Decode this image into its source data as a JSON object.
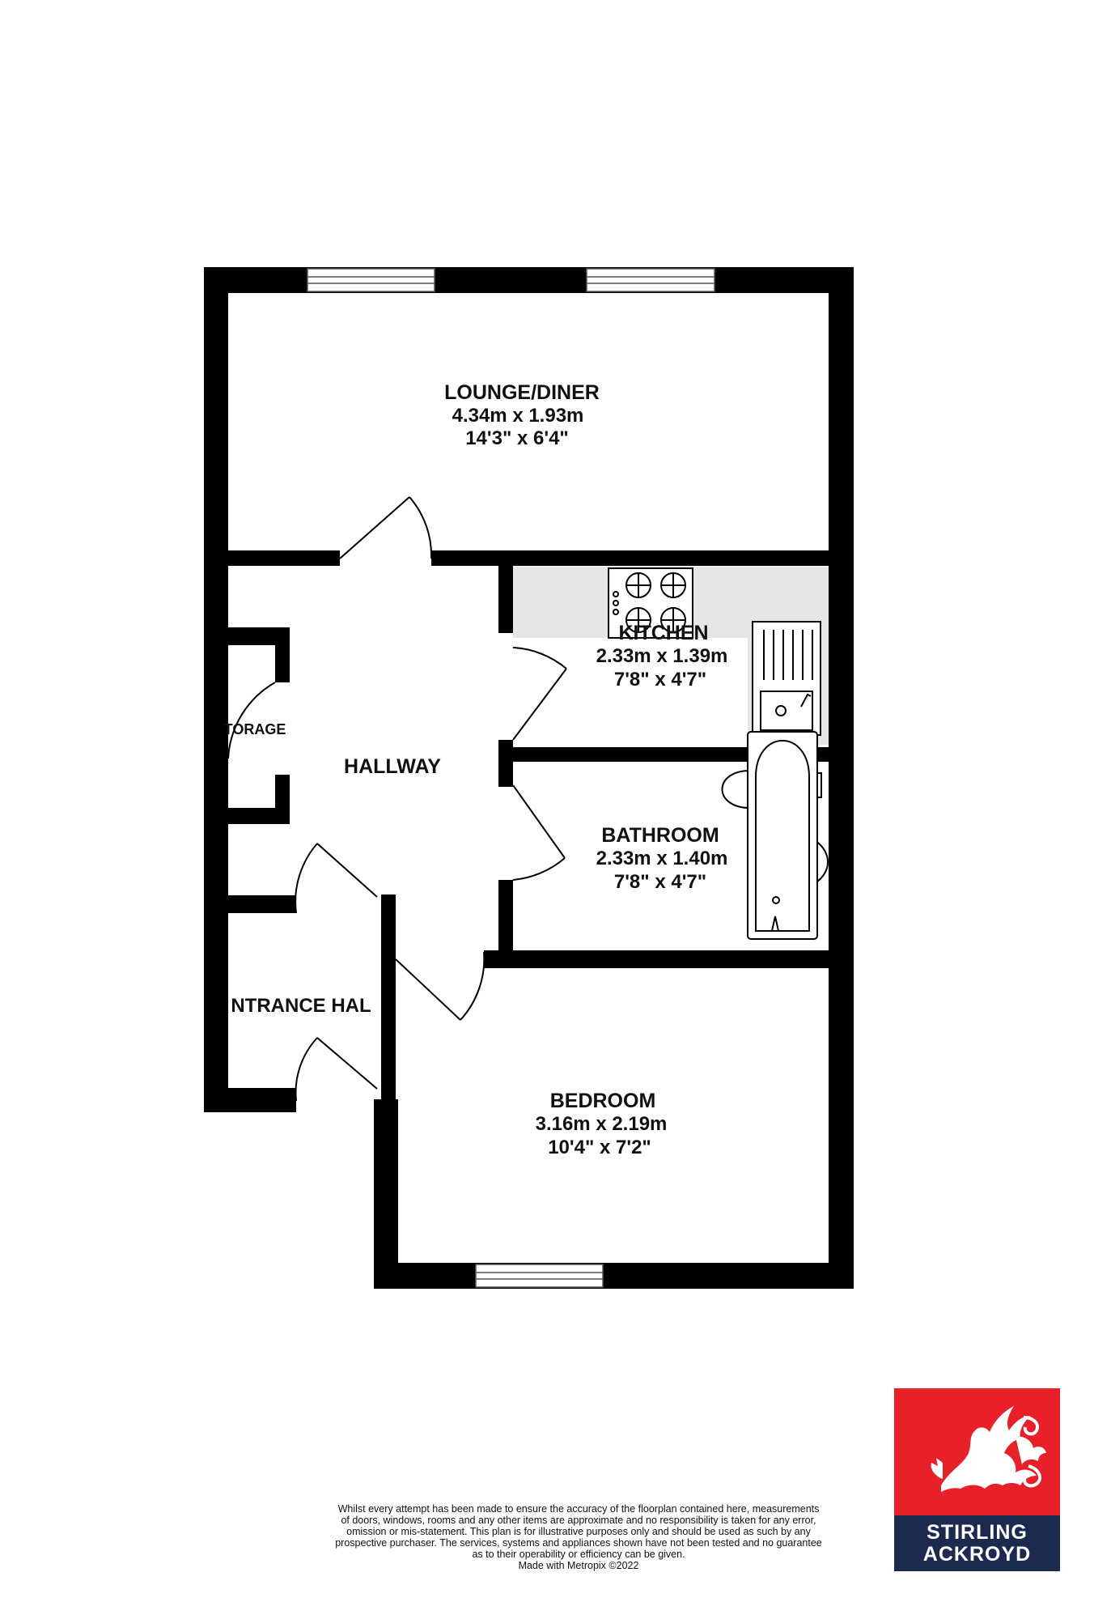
{
  "rooms": {
    "lounge": {
      "name": "LOUNGE/DINER",
      "metric": "4.34m  x 1.93m",
      "imperial": "14'3\"  x 6'4\""
    },
    "kitchen": {
      "name": "KITCHEN",
      "metric": "2.33m  x 1.39m",
      "imperial": "7'8\"  x 4'7\""
    },
    "bathroom": {
      "name": "BATHROOM",
      "metric": "2.33m  x 1.40m",
      "imperial": "7'8\"  x 4'7\""
    },
    "bedroom": {
      "name": "BEDROOM",
      "metric": "3.16m  x 2.19m",
      "imperial": "10'4\"  x 7'2\""
    },
    "hallway": {
      "name": "HALLWAY"
    },
    "storage": {
      "name": "TORAGE"
    },
    "entrance": {
      "name": "NTRANCE HAL"
    }
  },
  "disclaimer": {
    "lines": [
      "Whilst every attempt has been made to ensure the accuracy of the floorplan contained here, measurements",
      "of doors, windows, rooms and any other items are approximate and no responsibility is taken for any error,",
      "omission or mis-statement. This plan is for illustrative purposes only and should be used as such by any",
      "prospective purchaser. The services, systems and appliances shown have not been tested and no guarantee",
      "as to their operability or efficiency can be given.",
      "Made with Metropix ©2022"
    ]
  },
  "logo": {
    "line1": "STIRLING",
    "line2": "ACKROYD",
    "icon": "griffin-icon",
    "colors": {
      "top": "#e8202a",
      "bottom": "#1c2a4f",
      "text": "#ffffff"
    }
  },
  "colors": {
    "wall": "#000000",
    "worktop": "#e6e6e6",
    "background": "#ffffff"
  }
}
